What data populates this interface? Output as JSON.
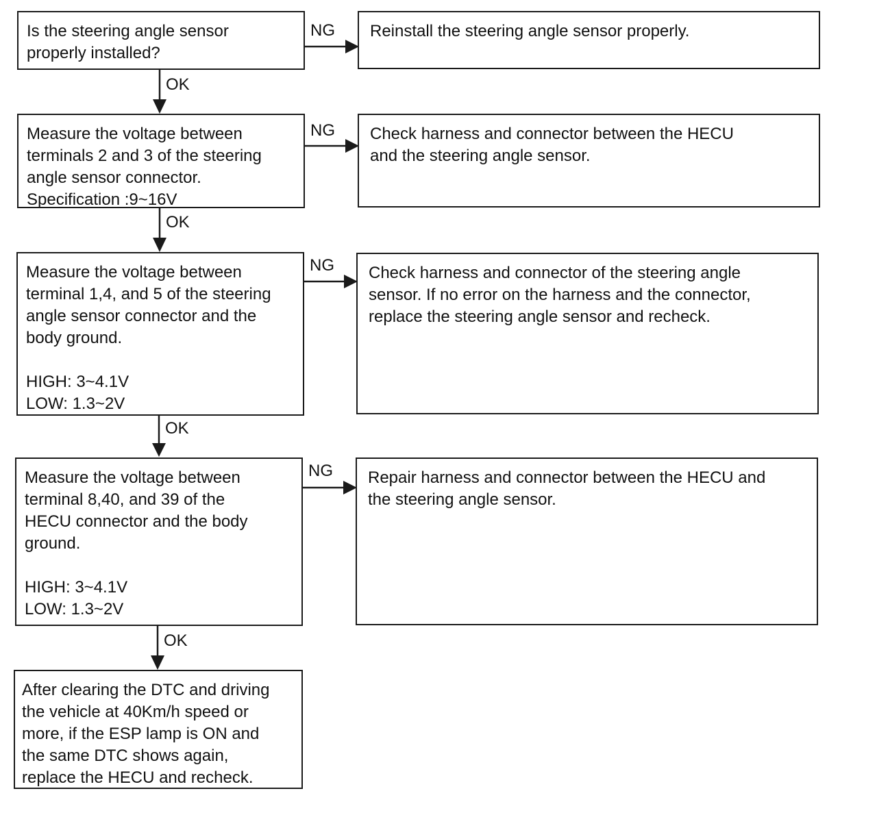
{
  "flowchart": {
    "steps": [
      {
        "text": "Is the steering angle sensor\nproperly installed?"
      },
      {
        "text": "Measure the voltage between\nterminals 2 and 3 of the steering\nangle sensor connector.\nSpecification :9~16V"
      },
      {
        "text": "Measure the voltage between\nterminal 1,4, and 5 of the steering\nangle sensor connector and the\nbody ground.\n\nHIGH: 3~4.1V\nLOW: 1.3~2V"
      },
      {
        "text": "Measure the voltage between\nterminal 8,40, and 39 of the\nHECU connector and the body\nground.\n\nHIGH: 3~4.1V\nLOW: 1.3~2V"
      },
      {
        "text": "After clearing the DTC and driving\nthe vehicle at 40Km/h speed or\nmore, if the ESP lamp is ON and\nthe same DTC shows again,\nreplace the HECU and recheck."
      }
    ],
    "actions": [
      {
        "text": "Reinstall the steering angle sensor properly."
      },
      {
        "text": "Check harness and connector between the HECU\nand the steering angle sensor."
      },
      {
        "text": "Check harness and connector of the steering angle\nsensor. If no error on the harness and the connector,\nreplace the steering angle sensor and recheck."
      },
      {
        "text": "Repair harness and connector between the HECU and\nthe steering angle sensor."
      }
    ],
    "ng_labels": [
      "NG",
      "NG",
      "NG",
      "NG"
    ],
    "ok_labels": [
      "OK",
      "OK",
      "OK",
      "OK"
    ]
  }
}
